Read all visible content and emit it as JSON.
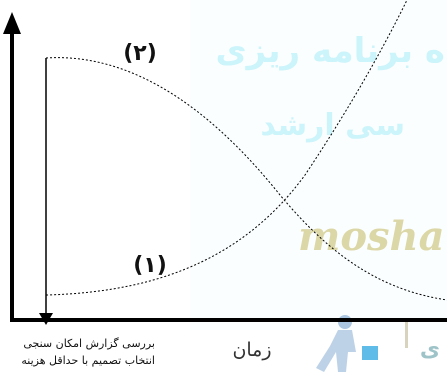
{
  "watermark": {
    "line1": "ه برنامه ریزی",
    "line2": "سی ارشد",
    "latin": "mosha",
    "corner": "ی",
    "color_text": "#ccf4fb",
    "color_latin": "#dcd7a6"
  },
  "diagram": {
    "curve_label_2": "(۲)",
    "curve_label_1": "(۱)",
    "x_axis_label": "زمان",
    "caption_line1": "بررسی گزارش امکان سنجی",
    "caption_line2": "انتخاب تصمیم با حداقل هزینه"
  }
}
